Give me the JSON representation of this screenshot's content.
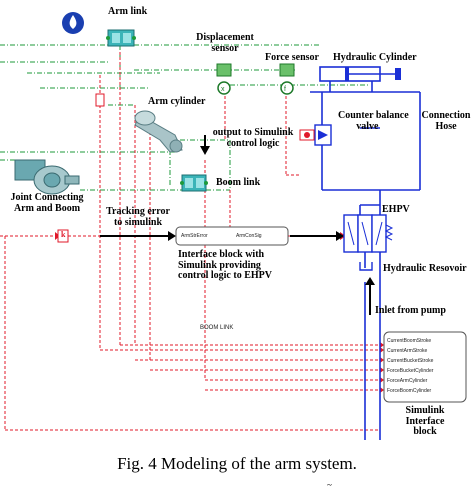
{
  "labels": {
    "arm_link": "Arm link",
    "displacement_sensor_line1": "Displacement",
    "displacement_sensor_line2": "sensor",
    "force_sensor": "Force sensor",
    "hydraulic_cylinder": "Hydraulic Cylinder",
    "arm_cylinder": "Arm cylinder",
    "counter_balance_line1": "Counter balance",
    "counter_balance_line2": "valve",
    "connection_hose_line1": "Connection",
    "connection_hose_line2": "Hose",
    "output_simulink_line1": "output to Simulink",
    "output_simulink_line2": "control logic",
    "joint_line1": "Joint Connecting",
    "joint_line2": "Arm and Boom",
    "boom_link": "Boom link",
    "tracking_line1": "Tracking error",
    "tracking_line2": "to simulink",
    "ehpv": "EHPV",
    "interface_line1": "Interface block with",
    "interface_line2": "Simulink providing",
    "interface_line3": "control logic to EHPV",
    "hydraulic_resovoir": "Hydraulic Resovoir",
    "inlet_pump": "Inlet from pump",
    "boom_link_port": "BOOM LINK",
    "simulink_interface_line1": "Simulink",
    "simulink_interface_line2": "Interface",
    "simulink_interface_line3": "block",
    "gain_block": "k"
  },
  "interface_ports": {
    "in": "ArmStrError",
    "out": "ArmConSig"
  },
  "simulink_ports": [
    "CurrentBoomStroke",
    "CurrentArmStroke",
    "CurrentBucketStroke",
    "ForceBucketCylinder",
    "ForceArmCylinder",
    "ForceBoomCylinder"
  ],
  "caption": "Fig. 4 Modeling of the arm system.",
  "footer_mark": "~",
  "colors": {
    "signal_red": "#e0182a",
    "physical_green": "#1e9a3a",
    "hydraulic_blue": "#1a2fd6",
    "component_teal": "#3bb4b8",
    "control_black": "#000000"
  }
}
